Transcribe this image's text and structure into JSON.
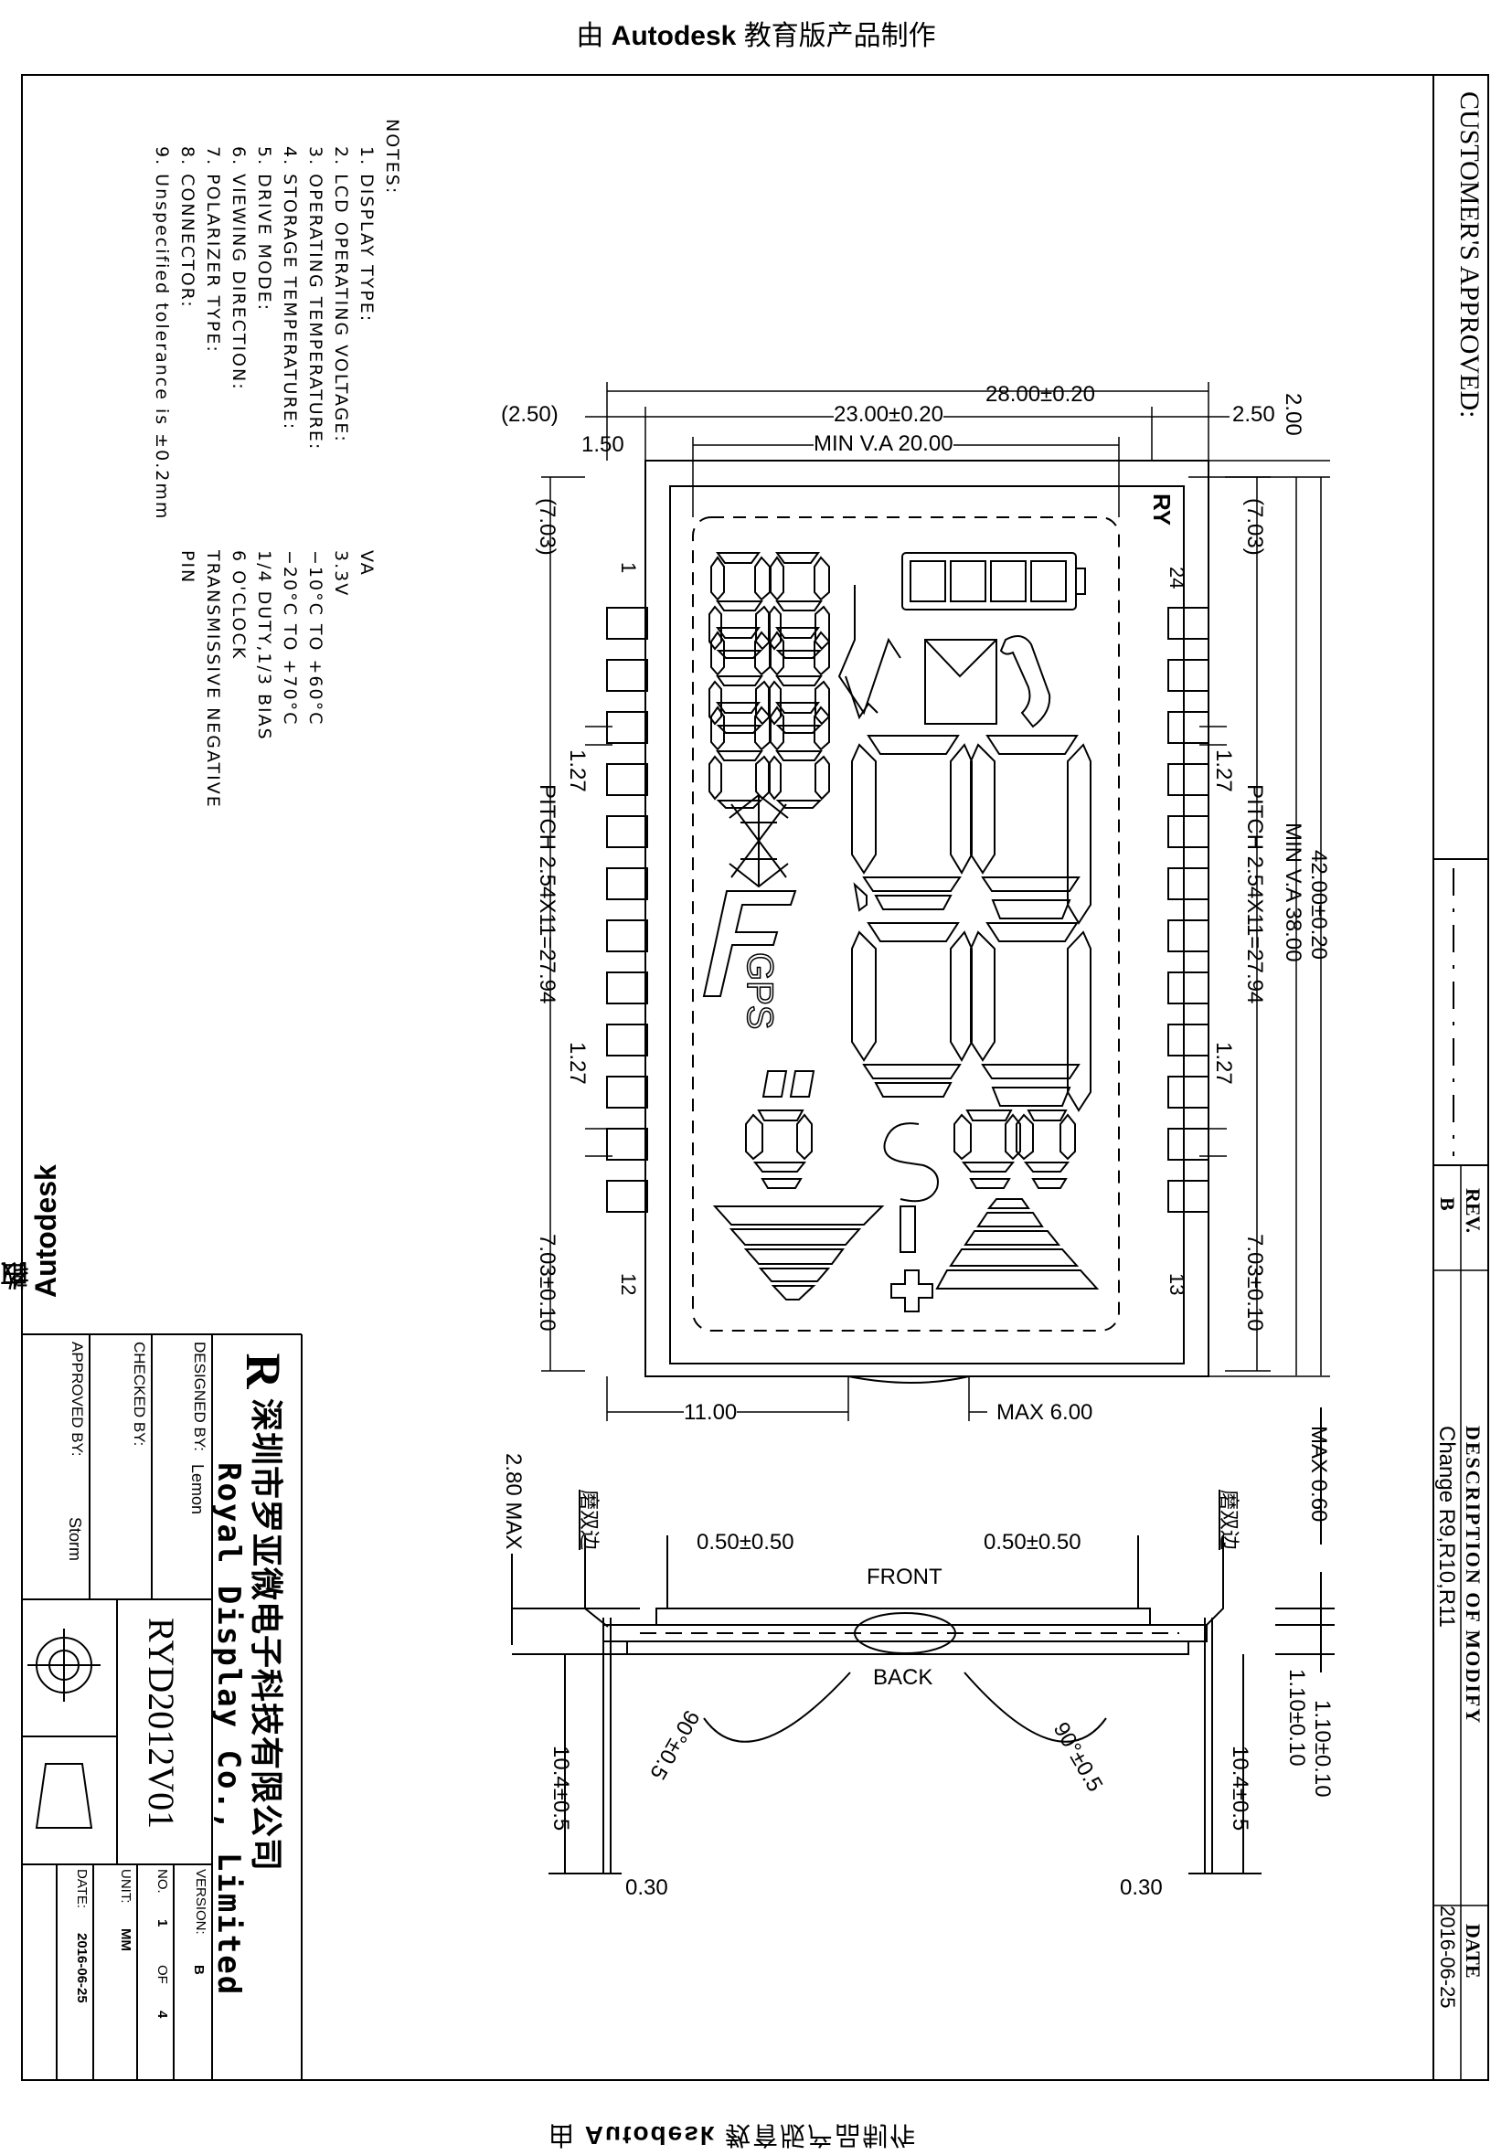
{
  "banner": {
    "prefix": "由",
    "brand": "Autodesk",
    "suffix": "教育版产品制作"
  },
  "approval": {
    "title": "CUSTOMER'S APPROVED:",
    "rev_header": "REV.",
    "rev_value": "B",
    "desc_header": "DESCRIPTION OF MODIFY",
    "desc_value": "Change R9,R10,R11",
    "date_header": "DATE",
    "date_value": "2016-06-25"
  },
  "notes": {
    "title": "NOTES:",
    "items": [
      {
        "label": "1. DISPLAY TYPE:",
        "value": "VA"
      },
      {
        "label": "2. LCD OPERATING VOLTAGE:",
        "value": "3.3V"
      },
      {
        "label": "3. OPERATING TEMPERATURE:",
        "value": "−10°C TO +60°C"
      },
      {
        "label": "4. STORAGE TEMPERATURE:",
        "value": "−20°C TO +70°C"
      },
      {
        "label": "5. DRIVE MODE:",
        "value": "1/4 DUTY,1/3 BIAS"
      },
      {
        "label": "6. VIEWING DIRECTION:",
        "value": "6 O'CLOCK"
      },
      {
        "label": "7. POLARIZER TYPE:",
        "value": "TRANSMISSIVE NEGATIVE"
      },
      {
        "label": "8. CONNECTOR:",
        "value": "PIN"
      },
      {
        "label": "9. Unspecified tolerance is ±0.2mm",
        "value": ""
      }
    ]
  },
  "dimensions": {
    "width_total": "28.00±0.20",
    "width_glass": "23.00±0.20",
    "min_va_width": "MIN  V.A  20.00",
    "left_offset": "(2.50)",
    "right_offset": "2.50",
    "left_margin": "1.50",
    "top_margin": "2.00",
    "height_total": "42.00±0.20",
    "min_va_height": "MIN  V.A  38.00",
    "side_top": "(7.03)",
    "pin_width": "1.27",
    "pitch": "PITCH  2.54X11=27.94",
    "side_bottom": "7.03±0.10",
    "bottom_left": "11.00",
    "bottom_max": "MAX  6.00",
    "max_060": "MAX  0.60",
    "thick_max": "2.80  MAX",
    "pol_left": "0.50±0.50",
    "pol_right": "0.50±0.50",
    "front": "FRONT",
    "back": "BACK",
    "glass_thk_1": "1.10±0.10",
    "glass_thk_2": "1.10±0.10",
    "pin_len_left": "10.4±0.5",
    "pin_len_right": "10.4±0.5",
    "angle_left": "90°±0.5",
    "angle_right": "90°±0.5",
    "pin_thk_left": "0.30",
    "pin_thk_right": "0.30",
    "edge_label": "磨双边"
  },
  "lcd": {
    "logo": "RY",
    "pin_first": "1",
    "pin_24": "24",
    "pin_12": "12",
    "pin_13": "13",
    "gps": "GPS",
    "letter_f": "F",
    "letter_s": "S"
  },
  "title_block": {
    "company_cn": "深圳市罗亚微电子科技有限公司",
    "company_en": "Royal Display Co., Limited",
    "designed_label": "DESIGNED BY:",
    "designed_value": "Lemon",
    "checked_label": "CHECKED BY:",
    "checked_value": "",
    "approved_label": "APPROVED BY:",
    "approved_value": "Storm",
    "part_number": "RYD2012V01",
    "version_label": "VERSION:",
    "version_value": "B",
    "no_label": "NO.",
    "no_value": "1",
    "of_label": "OF",
    "of_value": "4",
    "unit_label": "UNIT:",
    "unit_value": "MM",
    "date_label": "DATE:",
    "date_value": "2016-06-25"
  },
  "colors": {
    "line": "#000000",
    "background": "#ffffff"
  }
}
